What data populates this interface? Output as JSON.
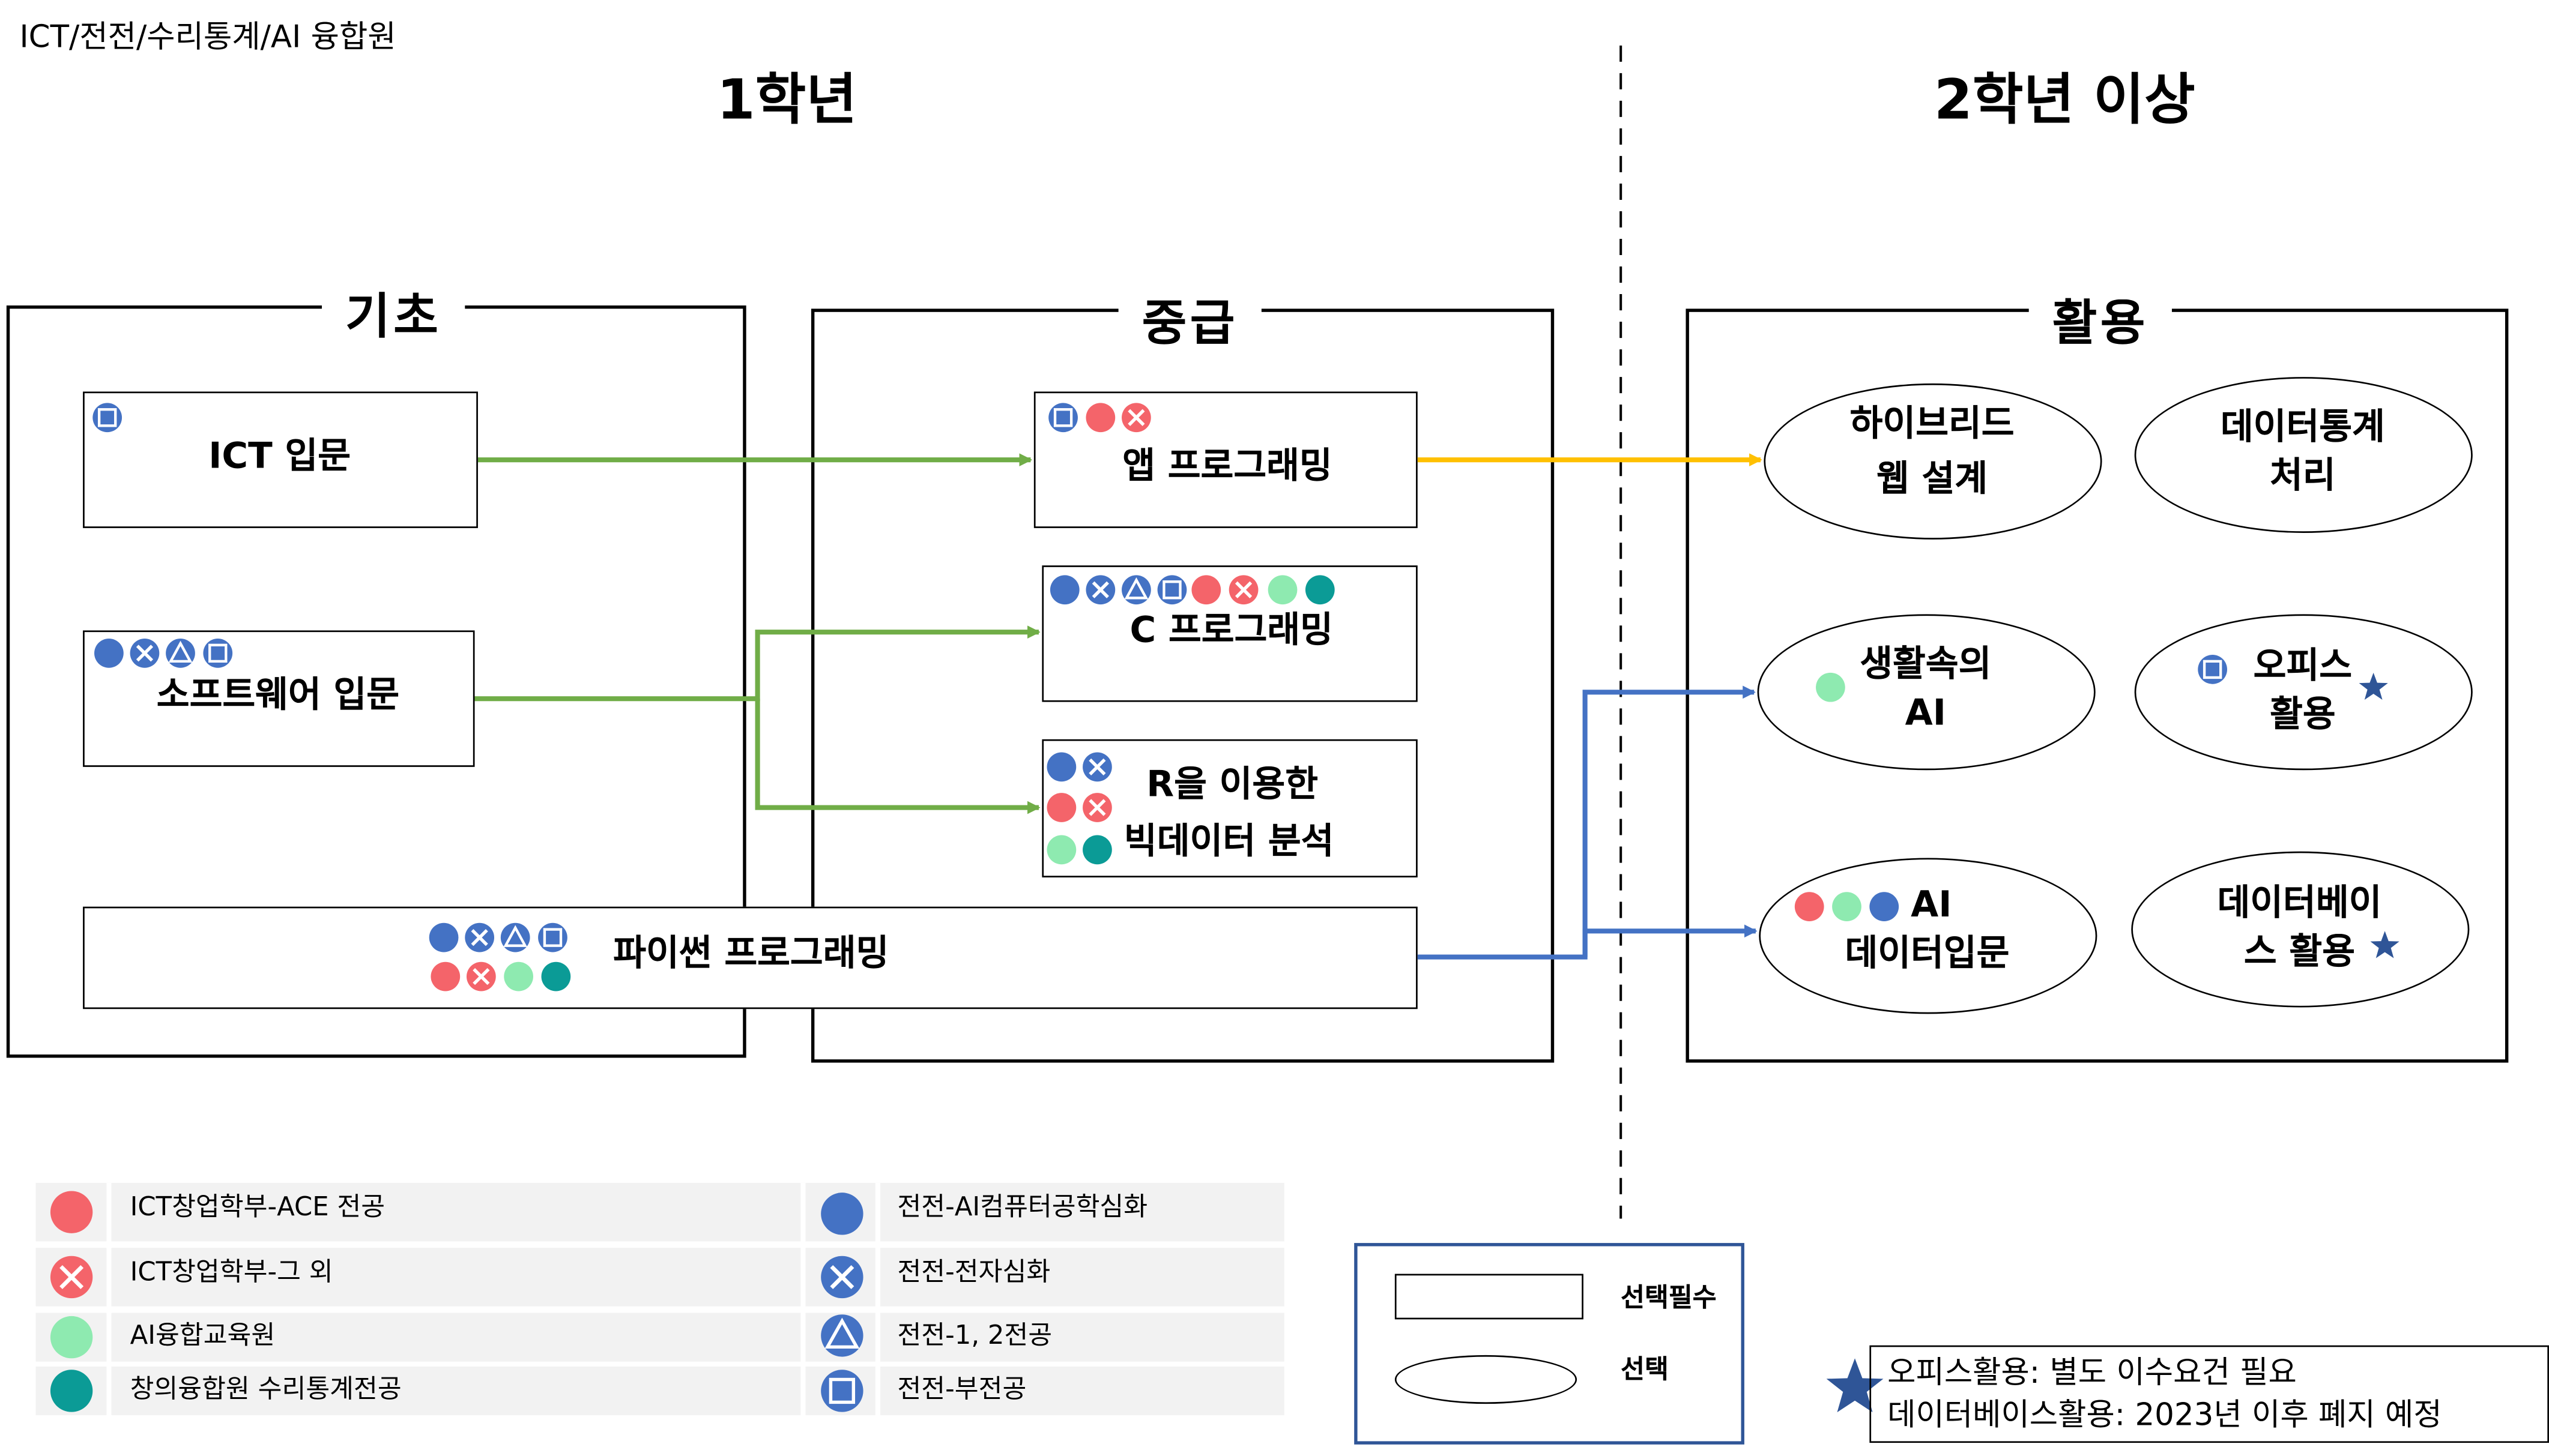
{
  "header": {
    "org": "ICT/전전/수리통계/AI 융합원"
  },
  "sections": {
    "year1": "1학년",
    "year2": "2학년 이상"
  },
  "groups": {
    "basic": "기초",
    "intermediate": "중급",
    "application": "활용"
  },
  "courses": {
    "ict_intro": "ICT 입문",
    "sw_intro": "소프트웨어 입문",
    "app_prog": "앱 프로그래밍",
    "c_prog": "C 프로그래밍",
    "r_bigdata": [
      "R을 이용한",
      "빅데이터 분석"
    ],
    "python_prog": "파이썬 프로그래밍",
    "hybrid_web": [
      "하이브리드",
      "웹 설계"
    ],
    "data_stats": [
      "데이터통계",
      "처리"
    ],
    "ai_life": [
      "생활속의",
      "AI"
    ],
    "office": [
      "오피스",
      "활용"
    ],
    "ai_data": [
      "AI",
      "데이터입문"
    ],
    "database": [
      "데이터베이",
      "스 활용"
    ]
  },
  "legend": {
    "left": [
      "ICT창업학부-ACE 전공",
      "ICT창업학부-그 외",
      "AI융합교육원",
      "창의융합원 수리통계전공"
    ],
    "right": [
      "전전-AI컴퓨터공학심화",
      "전전-전자심화",
      "전전-1, 2전공",
      "전전-부전공"
    ]
  },
  "shape_legend": {
    "rect": "선택필수",
    "ellipse": "선택"
  },
  "note": {
    "line1": "오피스활용: 별도 이수요건 필요",
    "line2": "데이터베이스활용: 2023년 이후 폐지 예정"
  },
  "colors": {
    "ace": "#f4646a",
    "ict_other": "#f4646a",
    "ai_center": "#8eeab0",
    "stats": "#0b9b96",
    "ee": "#4472c4",
    "arrow_green": "#70ad47",
    "arrow_yellow": "#ffc000",
    "arrow_blue": "#4472c4",
    "star": "#2f5597"
  },
  "icons": {
    "ace": "red-filled-circle-icon",
    "ict_other": "red-crossed-circle-icon",
    "ai_center": "mint-circle-icon",
    "stats": "teal-circle-icon",
    "ee_ai": "blue-filled-circle-icon",
    "ee_elec": "blue-crossed-circle-icon",
    "ee_major": "blue-triangle-circle-icon",
    "ee_minor": "blue-square-circle-icon",
    "note": "star-icon"
  }
}
